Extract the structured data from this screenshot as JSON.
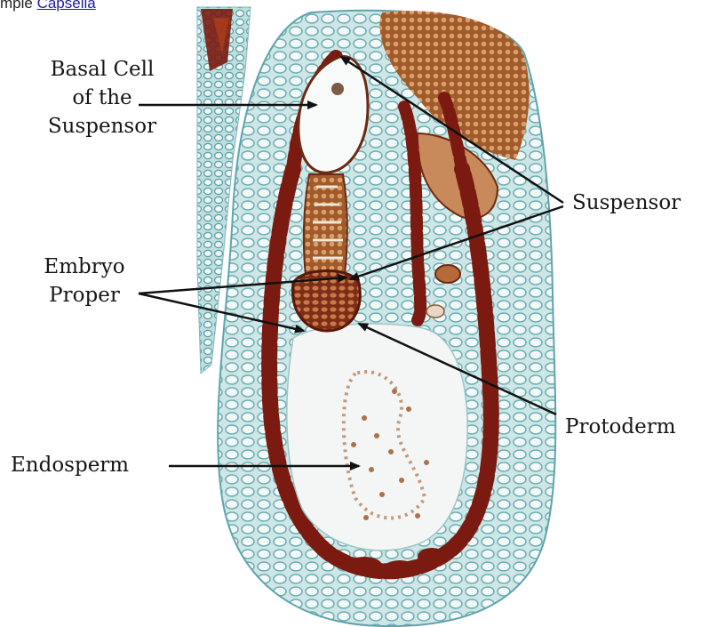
{
  "caption_fragment": {
    "prefix": "mple ",
    "link": "Capsella"
  },
  "labels": {
    "basal_cell_line1": "Basal Cell",
    "basal_cell_line2": "of the",
    "basal_cell_line3": "Suspensor",
    "suspensor": "Suspensor",
    "embryo_proper_line1": "Embryo",
    "embryo_proper_line2": "Proper",
    "protoderm": "Protoderm",
    "endosperm": "Endosperm"
  },
  "colors": {
    "integument_blue": "#8ec3c6",
    "cell_wall_blue": "#5fa4ab",
    "stained_red": "#7a1a10",
    "embryo_brown": "#9c4a22",
    "endosperm_white": "#f4f6f5",
    "arrow": "#111111"
  },
  "icons": {
    "arrow_head": "filled-triangle-arrowhead"
  }
}
